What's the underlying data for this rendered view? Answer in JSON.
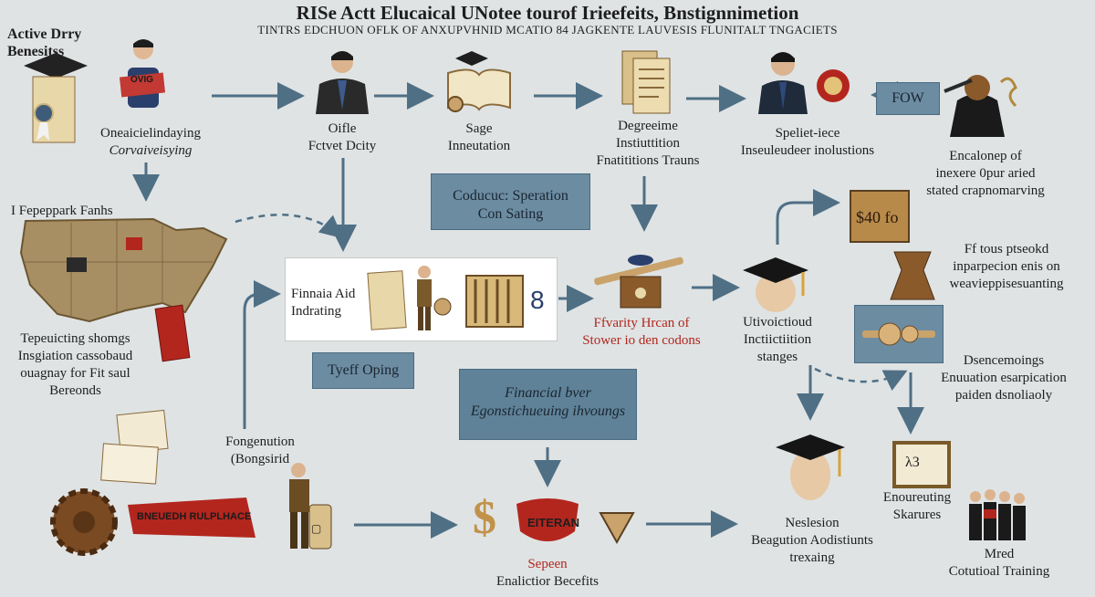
{
  "header": {
    "title": "RISe Actt Elucaical UNotee tourof Irieefeits, Bnstignnimetion",
    "subtitle": "TINTRS EDCHUON OFLK OF ANXUPVHNID MCATIO 84 JAGKENTE LAUVESIS FLUNITALT TNGACIETS"
  },
  "corner_label": [
    "Active Drry",
    "Benesitss"
  ],
  "nodes": {
    "n1": [
      "Oneaicielindaying",
      "Corvaiveisying"
    ],
    "n2": [
      "Oifle",
      "Fctvet Dcity"
    ],
    "n3": [
      "Sage",
      "Inneutation"
    ],
    "n4": [
      "Degreeime",
      "Instiuttition",
      "Fnatititions Trauns"
    ],
    "n5": [
      "Speliet-iece",
      "Inseuleudeer inolustions"
    ],
    "n6": [
      "Encalonep of",
      "inexere 0pur aried",
      "stated crapnomarving"
    ],
    "map_label": "I Fepeppark Fanhs",
    "n7": [
      "Tepeuicting shomgs",
      "Insgiation cassobaud",
      "ouagnay for Fit saul",
      "Bereonds"
    ],
    "box1": [
      "Coducuc: Speration",
      "Con Sating"
    ],
    "panel": [
      "Finnaia Aid",
      "Indrating"
    ],
    "n8": [
      "Ffvarity Hrcan of",
      "Stower io den codons"
    ],
    "n9": [
      "Utivoictioud",
      "Inctiictiition",
      "stanges"
    ],
    "n10": [
      "Ff tous ptseokd",
      "inparpecion enis on",
      "weavieppisesuanting"
    ],
    "box2": "Tyeff Oping",
    "box3": [
      "Financial bver",
      "Egonstichueuing ihvoungs"
    ],
    "n11": [
      "Dsencemoings",
      "Enuuation esarpication",
      "paiden dsnoliaoly"
    ],
    "n12": [
      "Fongenution",
      "(Bongsirid"
    ],
    "n13": [
      "Sepeen",
      "Enalictior Becefits"
    ],
    "n14": [
      "Neslesion",
      "Beagution Aodistiunts",
      "trexaing"
    ],
    "n15": [
      "Enoureuting",
      "Skarures"
    ],
    "n16": [
      "Mred",
      "Cotutioal Training"
    ]
  },
  "icon_texts": {
    "sign1": "OVIG",
    "fow": "FOW",
    "price": "$40 fo",
    "banner": "BNEUEDH RULPLHACE",
    "blob": "EITERAN",
    "board": "λ3",
    "jar": "▢",
    "panel_eight": "8"
  },
  "colors": {
    "background": "#dfe3e4",
    "arrow": "#4f6f85",
    "box": "#6c8ca2",
    "accent_red": "#b3261e",
    "parchment": "#e8d7a8",
    "wood": "#8a5a2b",
    "map": "#a88f63"
  }
}
